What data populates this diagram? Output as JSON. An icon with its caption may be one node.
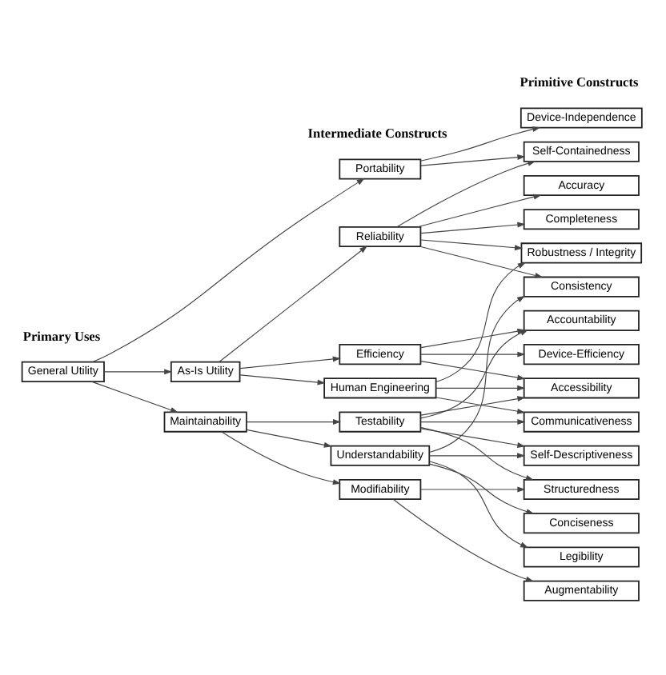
{
  "diagram": {
    "nodes": [
      {
        "text": [
          "General Utility"
        ]
      },
      {
        "text": [
          "As-Is Utility"
        ]
      },
      {
        "text": [
          "Maintainability"
        ]
      },
      {
        "text": [
          "Portability"
        ]
      },
      {
        "text": [
          "Reliability"
        ]
      },
      {
        "text": [
          "Efficiency"
        ]
      },
      {
        "text": [
          "Human Engineering"
        ]
      },
      {
        "text": [
          "Testability"
        ]
      },
      {
        "text": [
          "Understandability"
        ]
      },
      {
        "text": [
          "Modifiability"
        ]
      },
      {
        "text": [
          "Device-Independence"
        ]
      },
      {
        "text": [
          "Self-Containedness"
        ]
      },
      {
        "text": [
          "Accuracy"
        ]
      },
      {
        "text": [
          "Completeness"
        ]
      },
      {
        "text": [
          "Robustness / Integrity"
        ]
      },
      {
        "text": [
          "Consistency"
        ]
      },
      {
        "text": [
          "Accountability"
        ]
      },
      {
        "text": [
          "Device-Efficiency"
        ]
      },
      {
        "text": [
          "Accessibility"
        ]
      },
      {
        "text": [
          "Communicativeness"
        ]
      },
      {
        "text": [
          "Self-Descriptiveness"
        ]
      },
      {
        "text": [
          "Structuredness"
        ]
      },
      {
        "text": [
          "Conciseness"
        ]
      },
      {
        "text": [
          "Legibility"
        ]
      },
      {
        "text": [
          "Augmentability"
        ]
      }
    ],
    "edges": [
      {
        "from": 0,
        "to": 3,
        "arrow": "to"
      },
      {
        "from": 0,
        "to": 1,
        "arrow": "to"
      },
      {
        "from": 0,
        "to": 2,
        "arrow": "to"
      },
      {
        "from": 1,
        "to": 4,
        "arrow": "to"
      },
      {
        "from": 1,
        "to": 5,
        "arrow": "to"
      },
      {
        "from": 1,
        "to": 6,
        "arrow": "to"
      },
      {
        "from": 2,
        "to": 7,
        "arrow": "to"
      },
      {
        "from": 2,
        "to": 8,
        "arrow": "to"
      },
      {
        "from": 2,
        "to": 9,
        "arrow": "to"
      },
      {
        "from": 3,
        "to": 10,
        "arrow": "to"
      },
      {
        "from": 3,
        "to": 11,
        "arrow": "to"
      },
      {
        "from": 4,
        "to": 11,
        "arrow": "to"
      },
      {
        "from": 4,
        "to": 12,
        "arrow": "to"
      },
      {
        "from": 4,
        "to": 13,
        "arrow": "to"
      },
      {
        "from": 4,
        "to": 14,
        "arrow": "to"
      },
      {
        "from": 4,
        "to": 15,
        "arrow": "to"
      },
      {
        "from": 5,
        "to": 16,
        "arrow": "to"
      },
      {
        "from": 5,
        "to": 17,
        "arrow": "to"
      },
      {
        "from": 5,
        "to": 18,
        "arrow": "to"
      },
      {
        "from": 6,
        "to": 14,
        "arrow": "to"
      },
      {
        "from": 6,
        "to": 18,
        "arrow": "to"
      },
      {
        "from": 6,
        "to": 19,
        "arrow": "to"
      },
      {
        "from": 7,
        "to": 16,
        "arrow": "to"
      },
      {
        "from": 7,
        "to": 18,
        "arrow": "to"
      },
      {
        "from": 7,
        "to": 19,
        "arrow": "to"
      },
      {
        "from": 7,
        "to": 20,
        "arrow": "to"
      },
      {
        "from": 7,
        "to": 21,
        "arrow": "to"
      },
      {
        "from": 8,
        "to": 15,
        "arrow": "to"
      },
      {
        "from": 8,
        "to": 20,
        "arrow": "to"
      },
      {
        "from": 8,
        "to": 22,
        "arrow": "to"
      },
      {
        "from": 8,
        "to": 23,
        "arrow": "to"
      },
      {
        "from": 9,
        "to": 21,
        "arrow": "to"
      },
      {
        "from": 9,
        "to": 24,
        "arrow": "to"
      }
    ],
    "labels": [
      "Primary Uses",
      "Intermediate Constructs",
      "Primitive Constructs"
    ]
  }
}
